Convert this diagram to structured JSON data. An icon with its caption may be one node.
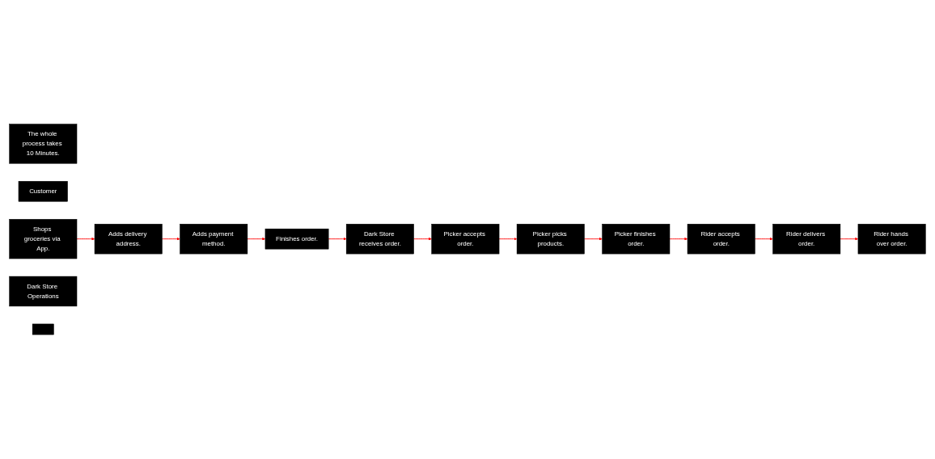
{
  "diagram": {
    "nodes": [
      {
        "text": [
          "The whole process takes 10 Minutes."
        ]
      },
      {
        "text": [
          "Customer"
        ]
      },
      {
        "text": [
          "Shops groceries via App."
        ]
      },
      {
        "text": [
          "Adds delivery address."
        ]
      },
      {
        "text": [
          "Adds payment method."
        ]
      },
      {
        "text": [
          "Finishes order."
        ]
      },
      {
        "text": [
          "Dark Store Operations"
        ]
      },
      {
        "text": [
          "Picker finishes order."
        ]
      },
      {
        "text": [
          "Picker picks products."
        ]
      },
      {
        "text": [
          "Picker accepts order."
        ]
      },
      {
        "text": [
          "Dark Store receives order."
        ]
      },
      {
        "text": [],
        "shape": "box"
      },
      {
        "text": [
          "Rider accepts order."
        ]
      },
      {
        "text": [
          "Rider delivers order."
        ]
      },
      {
        "text": [
          "Rider hands over order."
        ]
      }
    ],
    "edges": [
      {
        "from": 2,
        "to": 3,
        "arrow": "to"
      },
      {
        "from": 3,
        "to": 4,
        "arrow": "to"
      },
      {
        "from": 4,
        "to": 5,
        "arrow": "to"
      },
      {
        "from": 5,
        "to": 10,
        "arrow": "to"
      },
      {
        "from": 10,
        "to": 9,
        "arrow": "to"
      },
      {
        "from": 9,
        "to": 8,
        "arrow": "to"
      },
      {
        "from": 8,
        "to": 7,
        "arrow": "to"
      },
      {
        "from": 7,
        "to": 12,
        "arrow": "to"
      },
      {
        "from": 12,
        "to": 13,
        "arrow": "to"
      },
      {
        "from": 13,
        "to": 14,
        "arrow": "to"
      }
    ]
  }
}
